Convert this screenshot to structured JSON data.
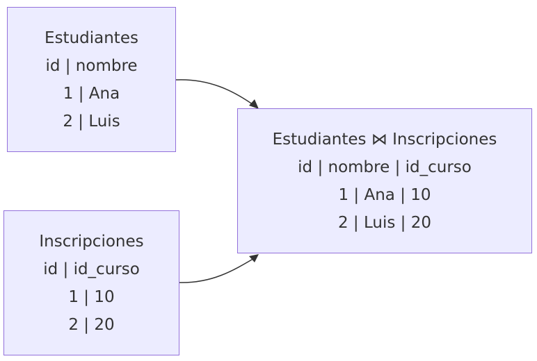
{
  "nodes": {
    "estudiantes": {
      "title": "Estudiantes",
      "lines": [
        "id | nombre",
        "1 | Ana",
        "2 | Luis"
      ]
    },
    "inscripciones": {
      "title": "Inscripciones",
      "lines": [
        "id | id_curso",
        "1 | 10",
        "2 | 20"
      ]
    },
    "result": {
      "title": "Estudiantes ⋈ Inscripciones",
      "lines": [
        "id | nombre | id_curso",
        "1 | Ana | 10",
        "2 | Luis | 20"
      ]
    }
  },
  "edges": [
    {
      "from": "Estudiantes",
      "to": "Estudiantes ⋈ Inscripciones"
    },
    {
      "from": "Inscripciones",
      "to": "Estudiantes ⋈ Inscripciones"
    }
  ],
  "colors": {
    "node_fill": "#ececff",
    "node_border": "#9370db",
    "text": "#333333",
    "edge": "#333333"
  }
}
